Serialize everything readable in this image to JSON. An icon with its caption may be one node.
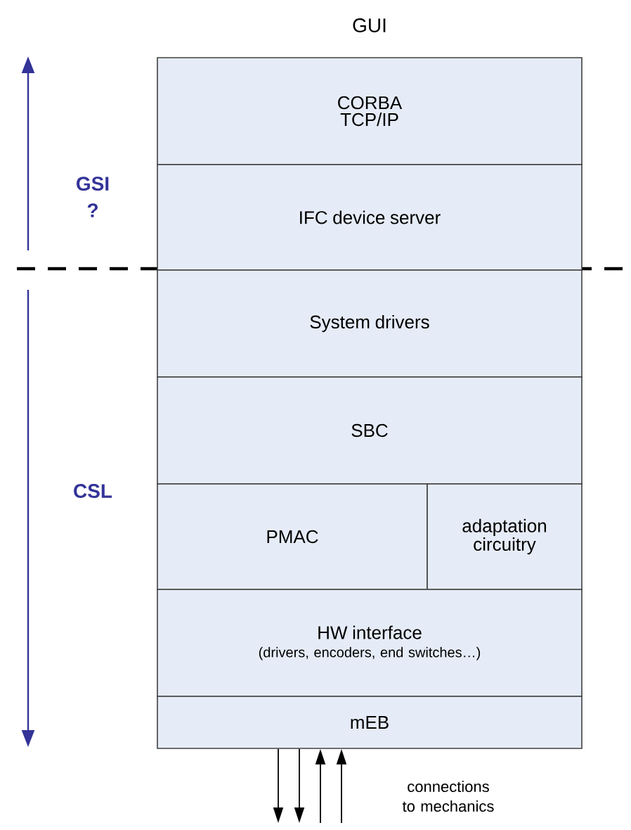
{
  "diagram": {
    "nodes": [
      {
        "text": [
          "CORBA TCP/IP"
        ]
      },
      {
        "text": [
          "IFC device server"
        ]
      },
      {
        "text": [
          "System drivers"
        ]
      },
      {
        "text": [
          "SBC"
        ]
      },
      {
        "text": [
          "PMAC"
        ]
      },
      {
        "text": [
          "adaptation circuitry"
        ]
      },
      {
        "text": [
          "HW interface",
          "(drivers, encoders, end switches…)"
        ]
      },
      {
        "text": [
          "mEB"
        ]
      }
    ],
    "edges": [
      {
        "from": 7,
        "to": null,
        "arrow": "to"
      },
      {
        "from": 7,
        "to": null,
        "arrow": "to"
      },
      {
        "from": null,
        "to": 7,
        "arrow": "to"
      },
      {
        "from": null,
        "to": 7,
        "arrow": "to"
      }
    ],
    "labels": [
      "GUI",
      "GSI ?",
      "CSL",
      "connections to mechanics"
    ]
  }
}
